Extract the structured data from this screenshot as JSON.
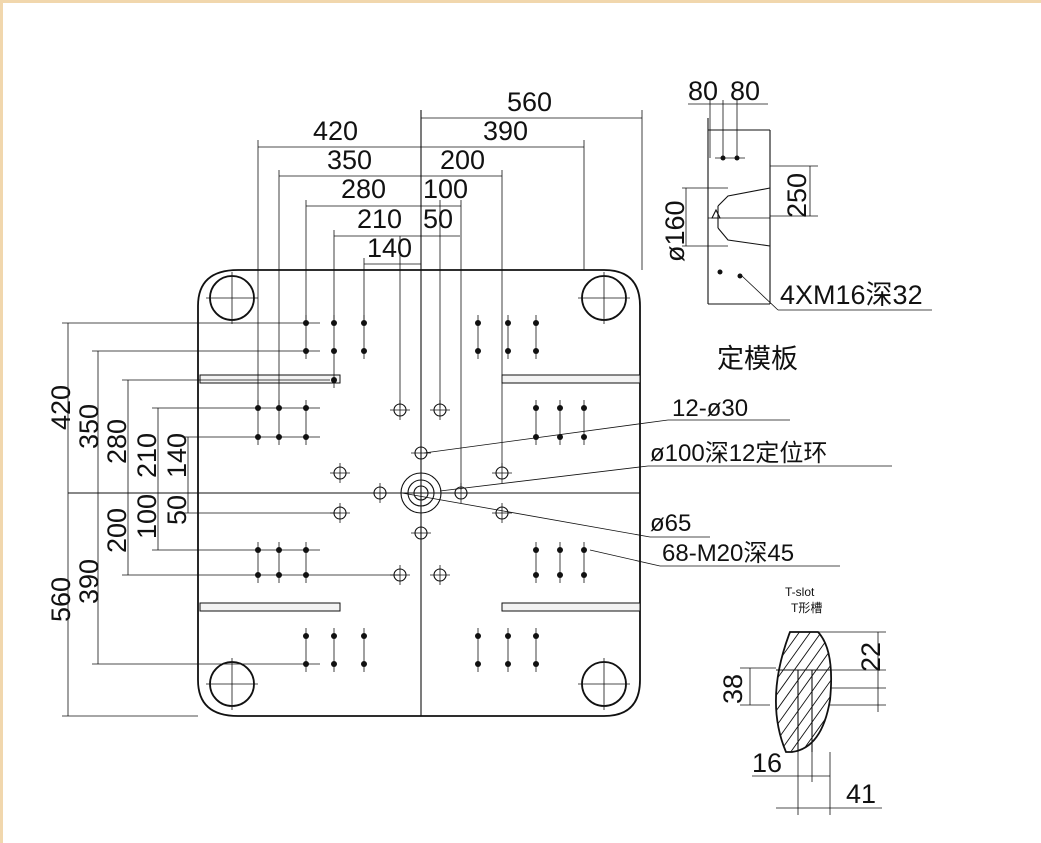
{
  "top_dims": [
    "560",
    "420",
    "390",
    "350",
    "200",
    "280",
    "100",
    "210",
    "50",
    "140"
  ],
  "left_dims": [
    "420",
    "350",
    "280",
    "210",
    "140",
    "200",
    "100",
    "50",
    "390",
    "560"
  ],
  "side_view": {
    "dims_top": [
      "80",
      "80"
    ],
    "dim_250": "250",
    "dim_160": "ø160",
    "holes_note": "4XM16深32",
    "caption": "定模板"
  },
  "callouts": [
    "12-ø30",
    "ø100深12定位环",
    "ø65",
    "68-M20深45"
  ],
  "tslot": {
    "title_en": "T-slot",
    "title_cn": "T形槽",
    "dim_22": "22",
    "dim_38": "38",
    "dim_16": "16",
    "dim_41": "41"
  },
  "colors": {
    "frame": "#f1d7ad",
    "line": "#111111"
  }
}
